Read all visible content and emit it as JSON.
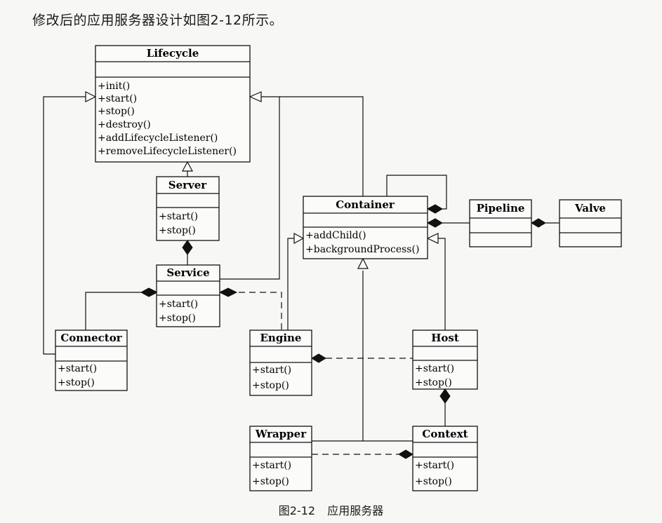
{
  "intro": "修改后的应用服务器设计如图2-12所示。",
  "caption": {
    "figure": "图2-12",
    "title": "应用服务器"
  },
  "classes": {
    "lifecycle": {
      "name": "Lifecycle",
      "methods": [
        "+init()",
        "+start()",
        "+stop()",
        "+destroy()",
        "+addLifecycleListener()",
        "+removeLifecycleListener()"
      ]
    },
    "server": {
      "name": "Server",
      "methods": [
        "+start()",
        "+stop()"
      ]
    },
    "service": {
      "name": "Service",
      "methods": [
        "+start()",
        "+stop()"
      ]
    },
    "connector": {
      "name": "Connector",
      "methods": [
        "+start()",
        "+stop()"
      ]
    },
    "container": {
      "name": "Container",
      "methods": [
        "+addChild()",
        "+backgroundProcess()"
      ]
    },
    "pipeline": {
      "name": "Pipeline",
      "methods": []
    },
    "valve": {
      "name": "Valve",
      "methods": []
    },
    "engine": {
      "name": "Engine",
      "methods": [
        "+start()",
        "+stop()"
      ]
    },
    "host": {
      "name": "Host",
      "methods": [
        "+start()",
        "+stop()"
      ]
    },
    "wrapper": {
      "name": "Wrapper",
      "methods": [
        "+start()",
        "+stop()"
      ]
    },
    "context": {
      "name": "Context",
      "methods": [
        "+start()",
        "+stop()"
      ]
    }
  }
}
